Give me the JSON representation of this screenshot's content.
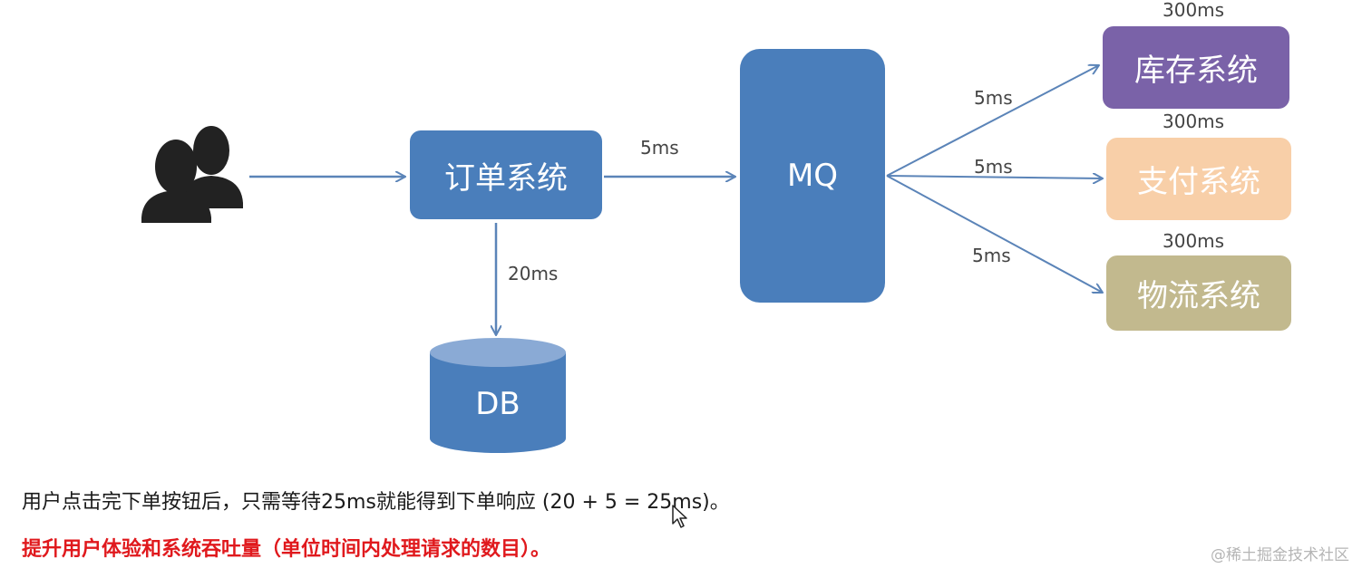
{
  "nodes": {
    "order_system": "订单系统",
    "mq": "MQ",
    "db": "DB",
    "stock_system": "库存系统",
    "payment_system": "支付系统",
    "logistics_system": "物流系统"
  },
  "edges": {
    "order_to_mq": "5ms",
    "order_to_db": "20ms",
    "mq_to_stock": "5ms",
    "mq_to_payment": "5ms",
    "mq_to_logistics": "5ms",
    "stock_time": "300ms",
    "payment_time": "300ms",
    "logistics_time": "300ms"
  },
  "description": {
    "line1": "用户点击完下单按钮后，只需等待25ms就能得到下单响应 (20 + 5 = 25ms)。",
    "line2": "提升用户体验和系统吞吐量（单位时间内处理请求的数目）。"
  },
  "watermark": "@稀土掘金技术社区",
  "colors": {
    "primary_blue": "#4a7ebb",
    "arrow": "#5b84b8",
    "stock_purple": "#7a62a8",
    "payment_peach": "#f8cfa8",
    "logistics_khaki": "#c2b98e",
    "db_top": "#8aaad5",
    "highlight_red": "#e0191d"
  },
  "icons": {
    "users": "users-icon"
  }
}
